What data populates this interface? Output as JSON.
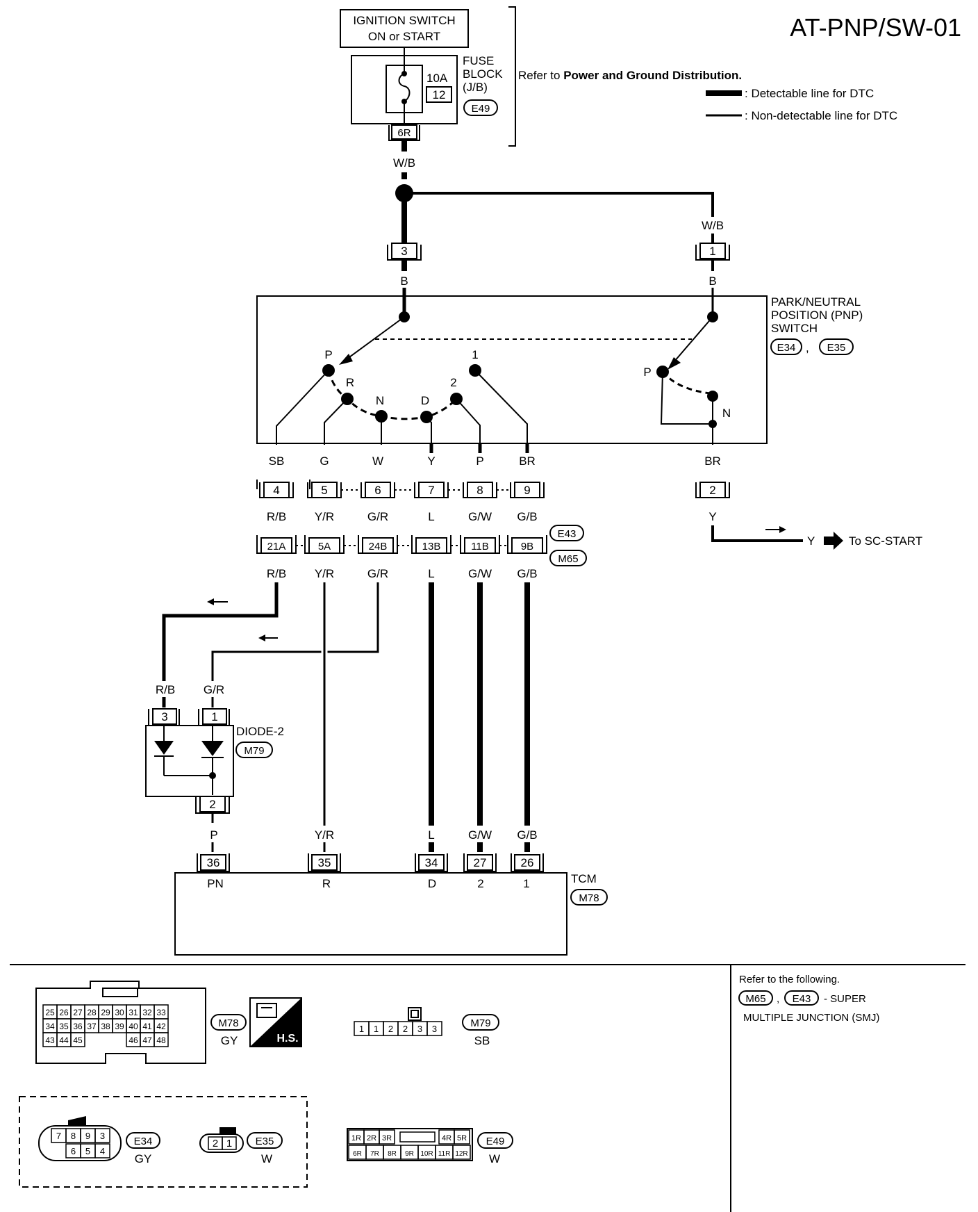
{
  "title": "AT-PNP/SW-01",
  "ignition": {
    "line1": "IGNITION SWITCH",
    "line2": "ON or START"
  },
  "fuse_block": {
    "name": "FUSE",
    "name2": "BLOCK",
    "name3": "(J/B)",
    "amp": "10A",
    "number": "12",
    "connector": "E49",
    "terminal": "6R"
  },
  "refer": {
    "prefix": "Refer to ",
    "target": "Power and Ground Distribution."
  },
  "legend": {
    "detectable": ": Detectable line for DTC",
    "non_detectable": ": Non-detectable line for DTC"
  },
  "pnp_switch": {
    "name1": "PARK/NEUTRAL",
    "name2": "POSITION (PNP)",
    "name3": "SWITCH",
    "connectors": [
      "E34",
      "E35"
    ],
    "comma": ",",
    "left_positions": [
      "P",
      "R",
      "N",
      "D",
      "2",
      "1"
    ],
    "right_positions": [
      "P",
      "N"
    ]
  },
  "wires": {
    "wb": "W/B",
    "b": "B",
    "top_terminals": [
      "3",
      "1"
    ],
    "pnp_out_colors": [
      "SB",
      "G",
      "W",
      "Y",
      "P",
      "BR"
    ],
    "pnp_terminals": [
      "4",
      "5",
      "6",
      "7",
      "8",
      "9"
    ],
    "mid_colors": [
      "R/B",
      "Y/R",
      "G/R",
      "L",
      "G/W",
      "G/B"
    ],
    "smj_terminals": [
      "21A",
      "5A",
      "24B",
      "13B",
      "11B",
      "9B"
    ],
    "smj_connectors": [
      "E43",
      "M65"
    ],
    "right_color": "BR",
    "right_terminal": "2",
    "right_out": "Y",
    "sc_start_wire": "Y",
    "sc_start_label": "To SC-START"
  },
  "diode": {
    "name": "DIODE-2",
    "connector": "M79",
    "in_colors": [
      "R/B",
      "G/R"
    ],
    "in_terminals": [
      "3",
      "1"
    ],
    "out_terminal": "2",
    "out_color": "P"
  },
  "tcm": {
    "name": "TCM",
    "connector": "M78",
    "in_colors": [
      "P",
      "Y/R",
      "L",
      "G/W",
      "G/B"
    ],
    "terminals": [
      "36",
      "35",
      "34",
      "27",
      "26"
    ],
    "pin_labels": [
      "PN",
      "R",
      "D",
      "2",
      "1"
    ]
  },
  "connector_views": {
    "m78": {
      "id": "M78",
      "color": "GY",
      "badge": "H.S.",
      "rows": [
        [
          "25",
          "26",
          "27",
          "28",
          "29",
          "30",
          "31",
          "32",
          "33"
        ],
        [
          "34",
          "35",
          "36",
          "37",
          "38",
          "39",
          "40",
          "41",
          "42"
        ],
        [
          "43",
          "44",
          "45",
          "46",
          "47",
          "48"
        ]
      ]
    },
    "m79": {
      "id": "M79",
      "color": "SB",
      "pins": [
        "1",
        "1",
        "2",
        "2",
        "3",
        "3"
      ]
    },
    "e34": {
      "id": "E34",
      "color": "GY",
      "rows": [
        [
          "7",
          "8",
          "9",
          "3"
        ],
        [
          "6",
          "5",
          "4"
        ]
      ]
    },
    "e35": {
      "id": "E35",
      "color": "W",
      "pins": [
        "2",
        "1"
      ]
    },
    "e49": {
      "id": "E49",
      "color": "W",
      "rows": [
        [
          "1R",
          "2R",
          "3R",
          "4R",
          "5R"
        ],
        [
          "6R",
          "7R",
          "8R",
          "9R",
          "10R",
          "11R",
          "12R"
        ]
      ]
    }
  },
  "footnote": {
    "line1": "Refer to the following.",
    "connectors": [
      "M65",
      "E43"
    ],
    "comma": ",",
    "line2": "- SUPER",
    "line3": "MULTIPLE JUNCTION (SMJ)"
  }
}
